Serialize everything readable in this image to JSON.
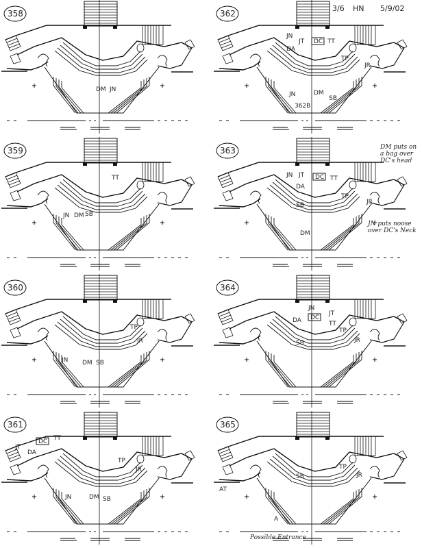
{
  "header": {
    "page": "3/6",
    "initials": "HN",
    "date": "5/9/02"
  },
  "panels": [
    {
      "number": "358",
      "labels": [
        "DM",
        "JN"
      ]
    },
    {
      "number": "362",
      "labels": [
        "JN",
        "JT",
        "DA",
        "DC",
        "TT",
        "TP",
        "JR",
        "JN",
        "DM",
        "SB",
        "362B"
      ]
    },
    {
      "number": "359",
      "labels": [
        "TT",
        "JN",
        "DM",
        "SB"
      ]
    },
    {
      "number": "363",
      "labels": [
        "JN",
        "JT",
        "DC",
        "TT",
        "DA",
        "TP",
        "SB",
        "JR",
        "DM"
      ]
    },
    {
      "number": "360",
      "labels": [
        "TP",
        "JR",
        "JN",
        "DM",
        "SB"
      ]
    },
    {
      "number": "364",
      "labels": [
        "JN",
        "DC",
        "JT",
        "TT",
        "DA",
        "TP",
        "JR",
        "SB"
      ]
    },
    {
      "number": "361",
      "labels": [
        "JT",
        "DA",
        "DC",
        "TT",
        "TP",
        "JR",
        "JN",
        "DM",
        "SB"
      ]
    },
    {
      "number": "365",
      "labels": [
        "TP",
        "SB",
        "JR",
        "AT",
        "A"
      ]
    }
  ],
  "notes": {
    "n363_top": "DM puts on a bag over DC's head",
    "n363_bottom": "JN puts noose over DC's Neck",
    "n365_bottom": "Possible Entrance"
  },
  "colors": {
    "ink": "#1a1a1a",
    "paper": "#ffffff"
  }
}
